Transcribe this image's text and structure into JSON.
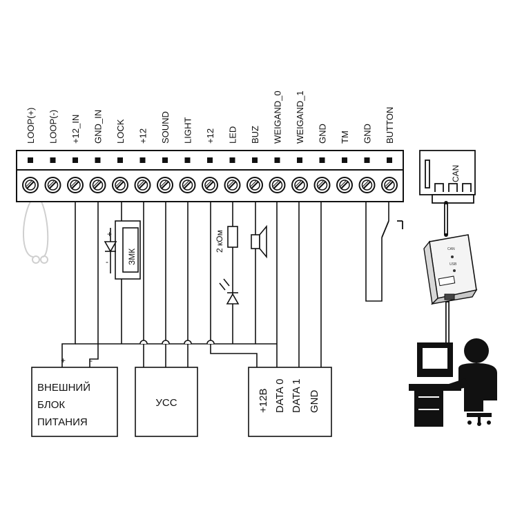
{
  "terminals": [
    {
      "label": "LOOP(+)"
    },
    {
      "label": "LOOP(-)"
    },
    {
      "label": "+12_IN"
    },
    {
      "label": "GND_IN"
    },
    {
      "label": "LOCK"
    },
    {
      "label": "+12"
    },
    {
      "label": "SOUND"
    },
    {
      "label": "LIGHT"
    },
    {
      "label": "+12"
    },
    {
      "label": "LED"
    },
    {
      "label": "BUZ"
    },
    {
      "label": "WEIGAND_0"
    },
    {
      "label": "WEIGAND_1"
    },
    {
      "label": "GND"
    },
    {
      "label": "TM"
    },
    {
      "label": "GND"
    },
    {
      "label": "BUTTON"
    }
  ],
  "power_supply": {
    "line1": "ВНЕШНИЙ",
    "line2": "БЛОК",
    "line3": "ПИТАНИЯ",
    "plus": "+",
    "minus": "-"
  },
  "ucc_box": {
    "label": "УСС"
  },
  "reader_box": {
    "pins": [
      "+12В",
      "DATA 0",
      "DATA 1",
      "GND"
    ]
  },
  "lock_label": "ЗМК",
  "diode_plus": "+",
  "diode_minus": "-",
  "resistor_label": "2 кОм",
  "can_label": "CAN",
  "adapter_labels": [
    "CAN",
    "USB"
  ]
}
